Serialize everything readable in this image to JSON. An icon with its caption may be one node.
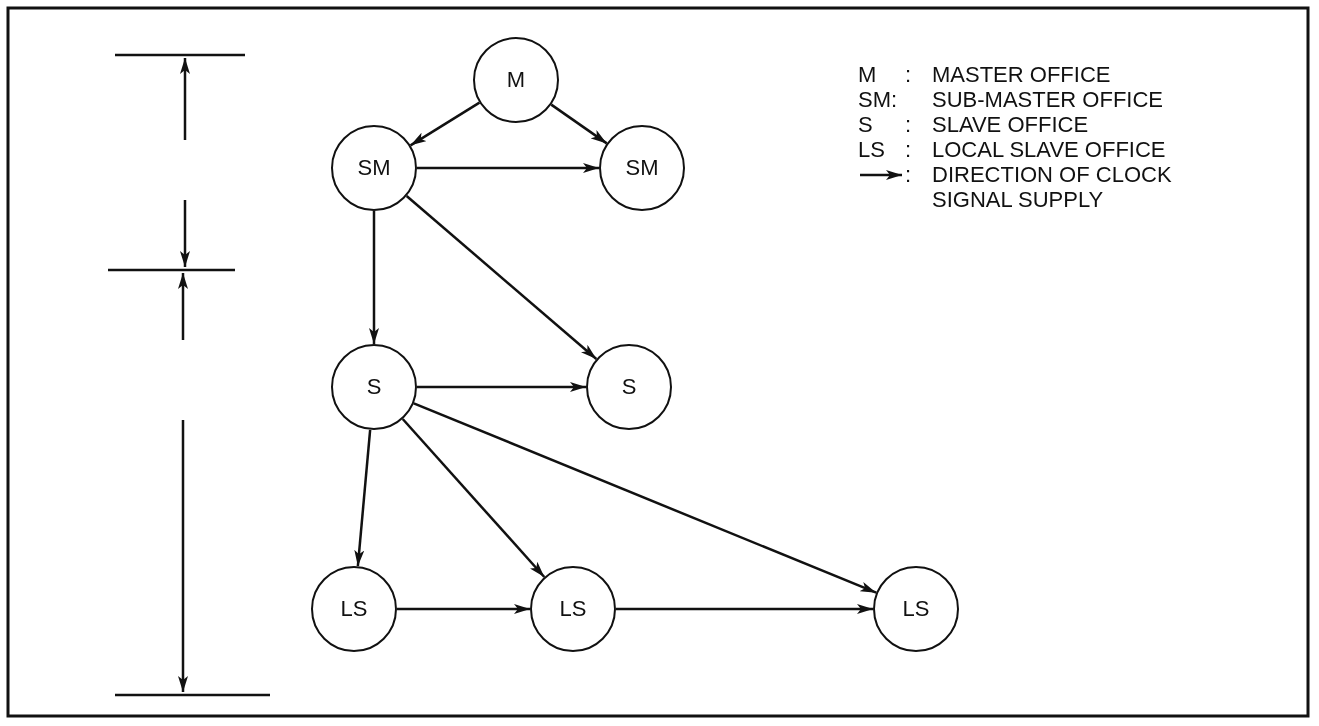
{
  "diagram": {
    "nodes": [
      {
        "text": [
          "M"
        ]
      },
      {
        "text": [
          "SM"
        ]
      },
      {
        "text": [
          "SM"
        ]
      },
      {
        "text": [
          "S"
        ]
      },
      {
        "text": [
          "S"
        ]
      },
      {
        "text": [
          "LS"
        ]
      },
      {
        "text": [
          "LS"
        ]
      },
      {
        "text": [
          "LS"
        ]
      }
    ],
    "edges": [
      {
        "from": 0,
        "to": 1,
        "arrow": "to"
      },
      {
        "from": 0,
        "to": 2,
        "arrow": "to"
      },
      {
        "from": 1,
        "to": 2,
        "arrow": "to"
      },
      {
        "from": 1,
        "to": 3,
        "arrow": "to"
      },
      {
        "from": 1,
        "to": 4,
        "arrow": "to"
      },
      {
        "from": 3,
        "to": 4,
        "arrow": "to"
      },
      {
        "from": 3,
        "to": 5,
        "arrow": "to"
      },
      {
        "from": 3,
        "to": 6,
        "arrow": "to"
      },
      {
        "from": 3,
        "to": 7,
        "arrow": "to"
      },
      {
        "from": 5,
        "to": 6,
        "arrow": "to"
      },
      {
        "from": 6,
        "to": 7,
        "arrow": "to"
      }
    ],
    "labels": [
      "M",
      ":",
      "MASTER OFFICE",
      "SM:",
      "SUB-MASTER OFFICE",
      "S",
      ":",
      "SLAVE OFFICE",
      "LS",
      ":",
      "LOCAL SLAVE OFFICE",
      ":"
    ],
    "legend": [
      {
        "text": "DIRECTION OF CLOCK SIGNAL SUPPLY"
      }
    ]
  }
}
